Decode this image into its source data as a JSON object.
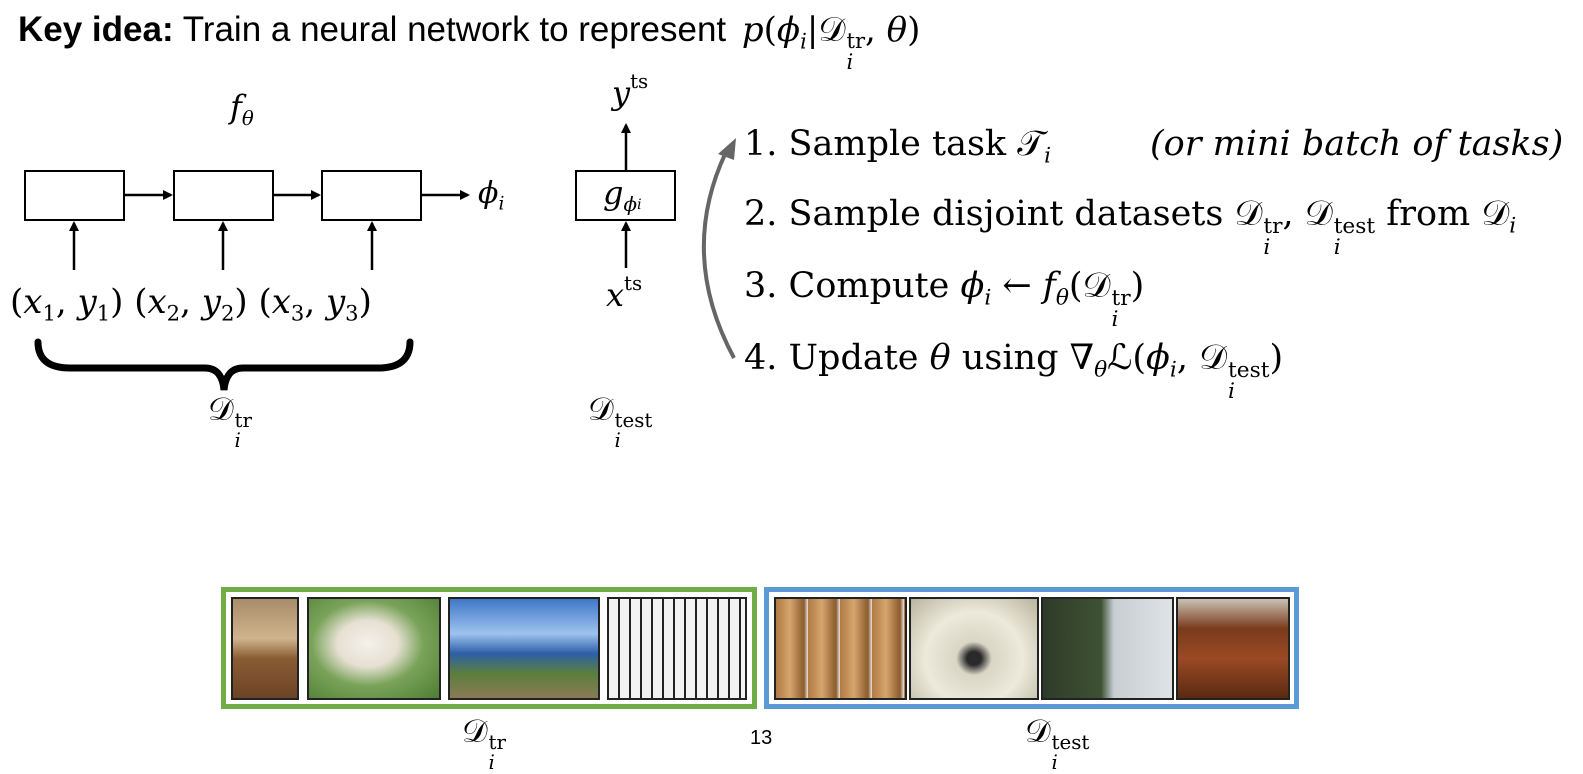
{
  "heading": {
    "bold": "Key idea:",
    "text": "Train a neural network to represent",
    "formula_fn": "p",
    "formula_phi": "ϕ",
    "formula_sub_i": "i",
    "formula_D": "𝒟",
    "formula_sup": "tr",
    "formula_theta": "θ"
  },
  "diagram": {
    "f_label": "f",
    "f_sub": "θ",
    "phi_label": "ϕ",
    "phi_sub": "i",
    "inputs": [
      {
        "x": "x",
        "xs": "1",
        "y": "y",
        "ys": "1"
      },
      {
        "x": "x",
        "xs": "2",
        "y": "y",
        "ys": "2"
      },
      {
        "x": "x",
        "xs": "3",
        "y": "y",
        "ys": "3"
      }
    ],
    "dtr": {
      "D": "𝒟",
      "sup": "tr",
      "sub": "i"
    },
    "g_label": "g",
    "g_sub": "ϕ",
    "g_subsub": "i",
    "y_label": "y",
    "y_sup": "ts",
    "x_label": "x",
    "x_sup": "ts",
    "dtest": {
      "D": "𝒟",
      "sup": "test",
      "sub": "i"
    }
  },
  "steps": [
    {
      "num": "1.",
      "text": "Sample task",
      "T": "𝒯",
      "T_sub": "i",
      "note": "(or mini batch of tasks)"
    },
    {
      "num": "2.",
      "text": "Sample disjoint datasets",
      "D": "𝒟",
      "sup1": "tr",
      "sub": "i",
      "sup2": "test",
      "from": "from",
      "Dend_sub": "i"
    },
    {
      "num": "3.",
      "text": "Compute",
      "phi": "ϕ",
      "sub": "i",
      "arrow": "←",
      "f": "f",
      "f_sub": "θ",
      "D": "𝒟",
      "sup": "tr"
    },
    {
      "num": "4.",
      "text": "Update",
      "theta": "θ",
      "using": "using",
      "nabla": "∇",
      "L": "ℒ",
      "phi": "ϕ",
      "sub": "i",
      "D": "𝒟",
      "sup": "test"
    }
  ],
  "bottom": {
    "dtr": {
      "D": "𝒟",
      "sup": "tr",
      "sub": "i"
    },
    "dtest": {
      "D": "𝒟",
      "sup": "test",
      "sub": "i"
    },
    "page_number": "13"
  },
  "colors": {
    "train_border": "#70ad47",
    "test_border": "#5b9bd5",
    "curve_arrow": "#666666"
  }
}
